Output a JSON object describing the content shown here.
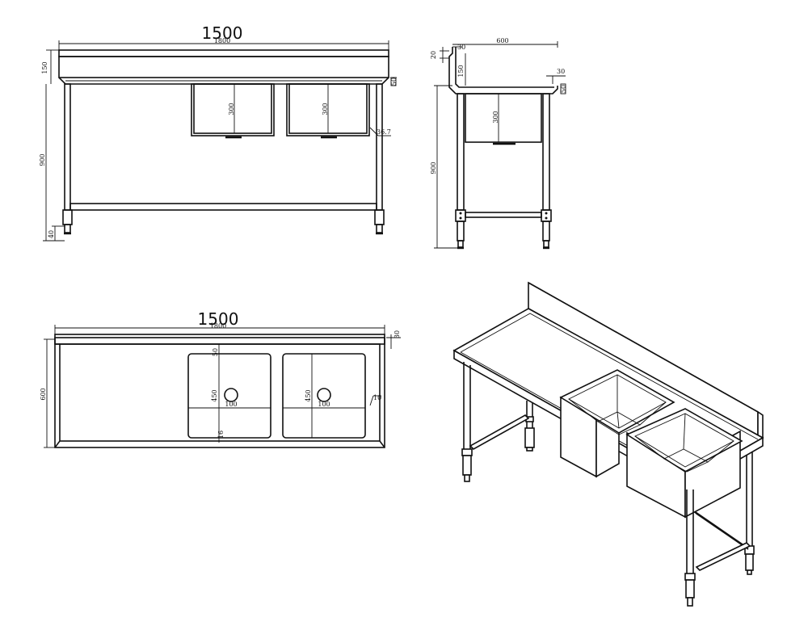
{
  "colors": {
    "line": "#111111",
    "background": "#ffffff"
  },
  "front_view": {
    "overall_length_large": "1500",
    "overall_length_small": "1800",
    "backsplash_height": "150",
    "top_thickness": "50",
    "leg_height": "900",
    "foot_height": "40",
    "bowl_depth_left": "300",
    "bowl_depth_right": "300",
    "edge_detail": "36.7"
  },
  "side_view": {
    "depth": "600",
    "top_lip": "20",
    "top_lip_2": "30",
    "backsplash_height": "150",
    "front_lip": "30",
    "front_thickness": "50",
    "bowl_depth": "300",
    "leg_height": "900"
  },
  "top_view": {
    "overall_length_large": "1500",
    "overall_length_small": "1800",
    "overall_depth": "600",
    "edge": "30",
    "bowl_margin": "50",
    "bowl_size": "450",
    "bowl_size_right": "450",
    "drain": "100",
    "drain_right": "100",
    "bottom_margin": "16",
    "right_edge": "10"
  }
}
